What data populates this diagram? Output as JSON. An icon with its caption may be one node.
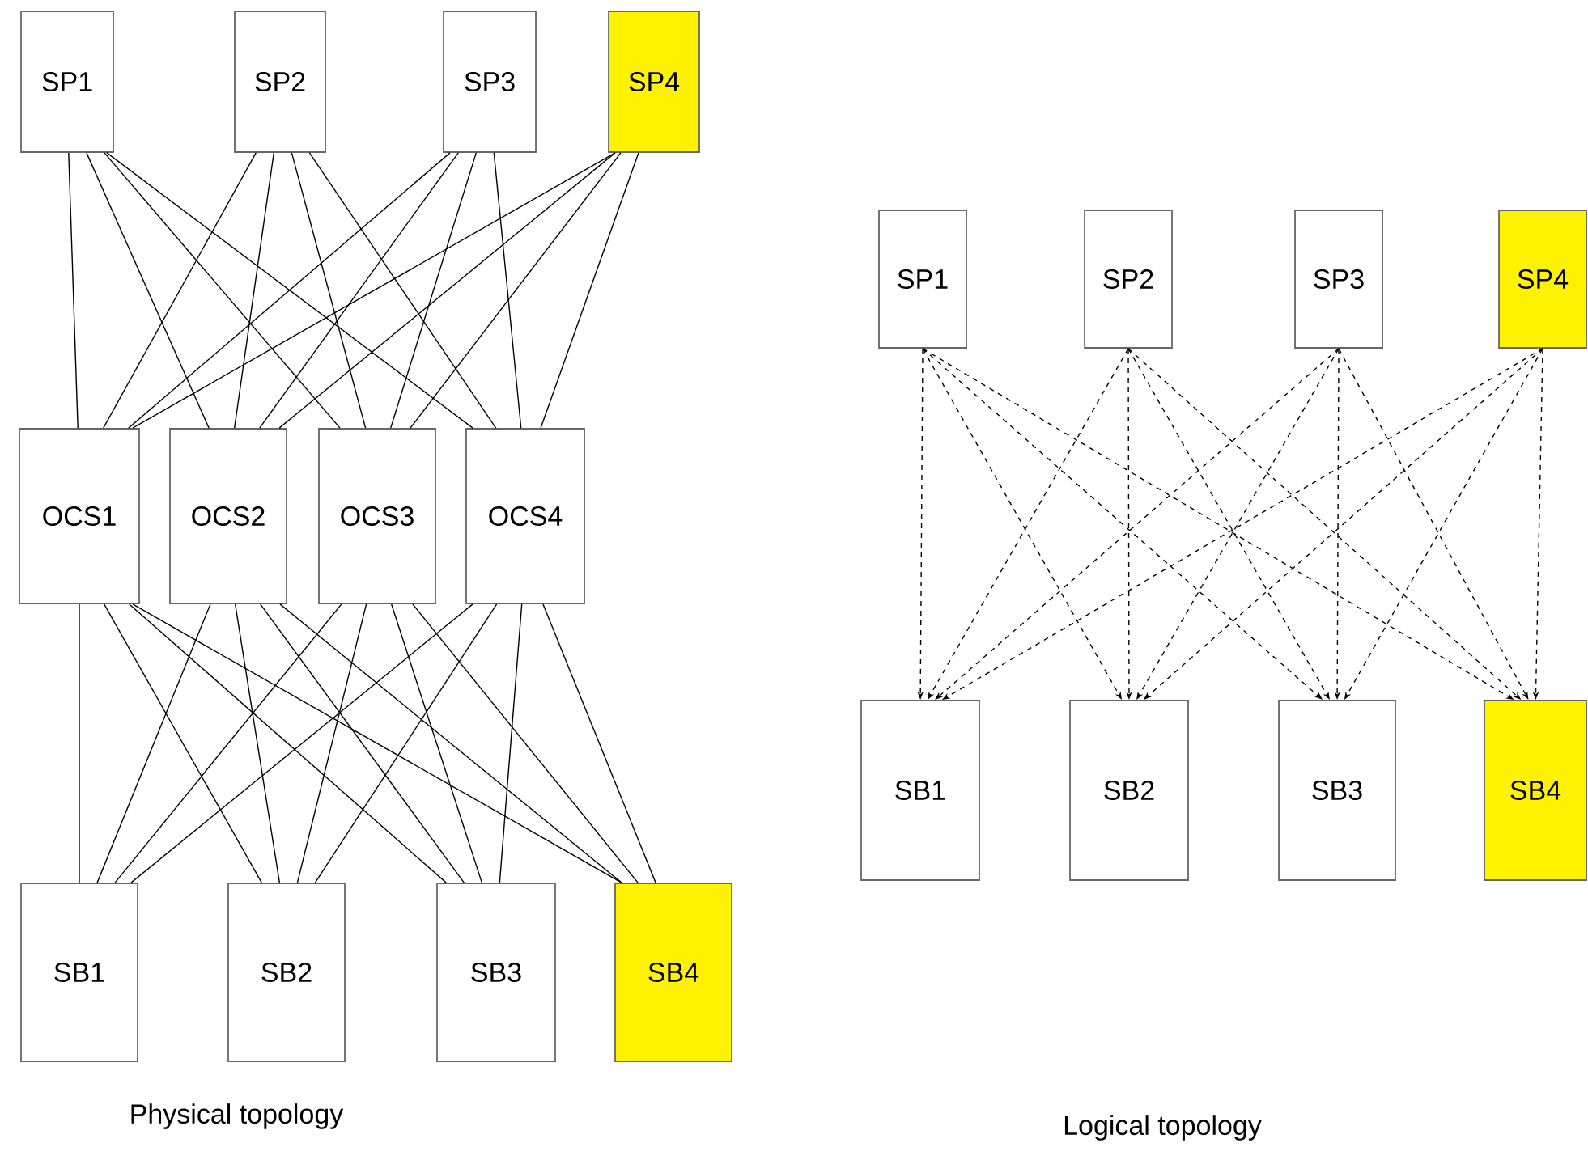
{
  "diagram": {
    "nodes": [
      {
        "text": [
          "SP1"
        ]
      },
      {
        "text": [
          "SP2"
        ]
      },
      {
        "text": [
          "SP3"
        ]
      },
      {
        "text": [
          "SP4"
        ]
      },
      {
        "text": [
          "OCS1"
        ]
      },
      {
        "text": [
          "OCS2"
        ]
      },
      {
        "text": [
          "OCS3"
        ]
      },
      {
        "text": [
          "OCS4"
        ]
      },
      {
        "text": [
          "SB1"
        ]
      },
      {
        "text": [
          "SB2"
        ]
      },
      {
        "text": [
          "SB3"
        ]
      },
      {
        "text": [
          "SB4"
        ]
      },
      {
        "text": [
          "SP1"
        ]
      },
      {
        "text": [
          "SP2"
        ]
      },
      {
        "text": [
          "SP3"
        ]
      },
      {
        "text": [
          "SP4"
        ]
      },
      {
        "text": [
          "SB1"
        ]
      },
      {
        "text": [
          "SB2"
        ]
      },
      {
        "text": [
          "SB3"
        ]
      },
      {
        "text": [
          "SB4"
        ]
      }
    ],
    "edges": [
      {
        "from": 0,
        "to": 4,
        "arrow": "none"
      },
      {
        "from": 0,
        "to": 5,
        "arrow": "none"
      },
      {
        "from": 0,
        "to": 6,
        "arrow": "none"
      },
      {
        "from": 0,
        "to": 7,
        "arrow": "none"
      },
      {
        "from": 1,
        "to": 4,
        "arrow": "none"
      },
      {
        "from": 1,
        "to": 5,
        "arrow": "none"
      },
      {
        "from": 1,
        "to": 6,
        "arrow": "none"
      },
      {
        "from": 1,
        "to": 7,
        "arrow": "none"
      },
      {
        "from": 2,
        "to": 4,
        "arrow": "none"
      },
      {
        "from": 2,
        "to": 5,
        "arrow": "none"
      },
      {
        "from": 2,
        "to": 6,
        "arrow": "none"
      },
      {
        "from": 2,
        "to": 7,
        "arrow": "none"
      },
      {
        "from": 3,
        "to": 4,
        "arrow": "none"
      },
      {
        "from": 3,
        "to": 5,
        "arrow": "none"
      },
      {
        "from": 3,
        "to": 6,
        "arrow": "none"
      },
      {
        "from": 3,
        "to": 7,
        "arrow": "none"
      },
      {
        "from": 4,
        "to": 8,
        "arrow": "none"
      },
      {
        "from": 4,
        "to": 9,
        "arrow": "none"
      },
      {
        "from": 4,
        "to": 10,
        "arrow": "none"
      },
      {
        "from": 4,
        "to": 11,
        "arrow": "none"
      },
      {
        "from": 5,
        "to": 8,
        "arrow": "none"
      },
      {
        "from": 5,
        "to": 9,
        "arrow": "none"
      },
      {
        "from": 5,
        "to": 10,
        "arrow": "none"
      },
      {
        "from": 5,
        "to": 11,
        "arrow": "none"
      },
      {
        "from": 6,
        "to": 8,
        "arrow": "none"
      },
      {
        "from": 6,
        "to": 9,
        "arrow": "none"
      },
      {
        "from": 6,
        "to": 10,
        "arrow": "none"
      },
      {
        "from": 6,
        "to": 11,
        "arrow": "none"
      },
      {
        "from": 7,
        "to": 8,
        "arrow": "none"
      },
      {
        "from": 7,
        "to": 9,
        "arrow": "none"
      },
      {
        "from": 7,
        "to": 10,
        "arrow": "none"
      },
      {
        "from": 7,
        "to": 11,
        "arrow": "none"
      },
      {
        "from": 12,
        "to": 16,
        "arrow": "to",
        "style": "dashed"
      },
      {
        "from": 12,
        "to": 17,
        "arrow": "to",
        "style": "dashed"
      },
      {
        "from": 12,
        "to": 18,
        "arrow": "to",
        "style": "dashed"
      },
      {
        "from": 12,
        "to": 19,
        "arrow": "to",
        "style": "dashed"
      },
      {
        "from": 13,
        "to": 16,
        "arrow": "to",
        "style": "dashed"
      },
      {
        "from": 13,
        "to": 17,
        "arrow": "to",
        "style": "dashed"
      },
      {
        "from": 13,
        "to": 18,
        "arrow": "to",
        "style": "dashed"
      },
      {
        "from": 13,
        "to": 19,
        "arrow": "to",
        "style": "dashed"
      },
      {
        "from": 14,
        "to": 16,
        "arrow": "to",
        "style": "dashed"
      },
      {
        "from": 14,
        "to": 17,
        "arrow": "to",
        "style": "dashed"
      },
      {
        "from": 14,
        "to": 18,
        "arrow": "to",
        "style": "dashed"
      },
      {
        "from": 14,
        "to": 19,
        "arrow": "to",
        "style": "dashed"
      },
      {
        "from": 15,
        "to": 16,
        "arrow": "to",
        "style": "dashed"
      },
      {
        "from": 15,
        "to": 17,
        "arrow": "to",
        "style": "dashed"
      },
      {
        "from": 15,
        "to": 18,
        "arrow": "to",
        "style": "dashed"
      },
      {
        "from": 15,
        "to": 19,
        "arrow": "to",
        "style": "dashed"
      }
    ],
    "labels": [
      "Physical topology",
      "Logical topology"
    ]
  }
}
